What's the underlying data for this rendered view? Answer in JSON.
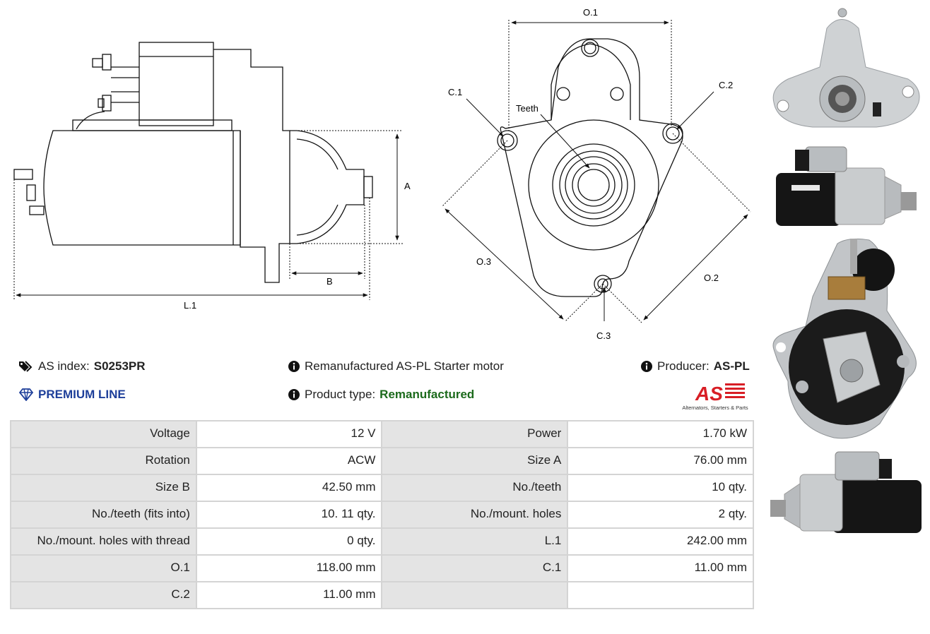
{
  "diagram_labels": {
    "side": {
      "A": "A",
      "B": "B",
      "L1": "L.1"
    },
    "front": {
      "O1": "O.1",
      "O2": "O.2",
      "O3": "O.3",
      "C1": "C.1",
      "C2": "C.2",
      "C3": "C.3",
      "teeth": "Teeth"
    }
  },
  "header": {
    "as_index_label": "AS index:",
    "as_index_value": "S0253PR",
    "premium_line": "PREMIUM LINE",
    "description": "Remanufactured AS-PL Starter motor",
    "product_type_label": "Product type:",
    "product_type_value": "Remanufactured",
    "producer_label": "Producer:",
    "producer_value": "AS-PL"
  },
  "logo": {
    "mark": "AS",
    "tagline": "Alternators, Starters & Parts",
    "color": "#d81e25"
  },
  "colors": {
    "premium": "#1e3f9a",
    "product_type": "#1b6a1b",
    "label_bg": "#e4e4e4",
    "border": "#d4d4d4"
  },
  "specs": [
    [
      {
        "label": "Voltage",
        "value": "12 V"
      },
      {
        "label": "Power",
        "value": "1.70 kW"
      }
    ],
    [
      {
        "label": "Rotation",
        "value": "ACW"
      },
      {
        "label": "Size A",
        "value": "76.00 mm"
      }
    ],
    [
      {
        "label": "Size B",
        "value": "42.50 mm"
      },
      {
        "label": "No./teeth",
        "value": "10 qty."
      }
    ],
    [
      {
        "label": "No./teeth (fits into)",
        "value": "10. 11 qty."
      },
      {
        "label": "No./mount. holes",
        "value": "2 qty."
      }
    ],
    [
      {
        "label": "No./mount. holes with thread",
        "value": "0 qty."
      },
      {
        "label": "L.1",
        "value": "242.00 mm"
      }
    ],
    [
      {
        "label": "O.1",
        "value": "118.00 mm"
      },
      {
        "label": "C.1",
        "value": "11.00 mm"
      }
    ],
    [
      {
        "label": "C.2",
        "value": "11.00 mm"
      },
      {
        "label": "",
        "value": ""
      }
    ]
  ],
  "icons": {
    "tags": "tags-icon",
    "diamond": "diamond-icon",
    "info": "info-icon"
  }
}
